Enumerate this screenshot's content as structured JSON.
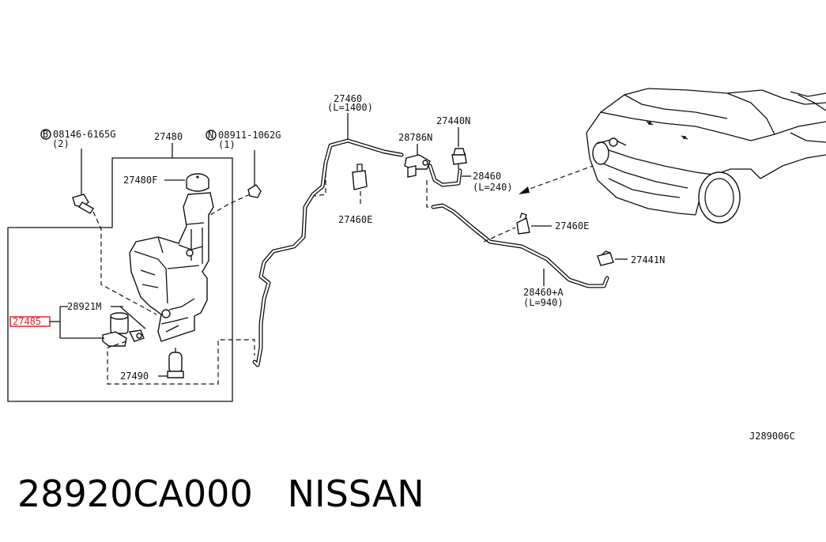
{
  "callouts": {
    "bolt_code": "08146-6165G",
    "bolt_qty": "(2)",
    "nut_code": "08911-1062G",
    "nut_qty": "(1)",
    "tank_assy": "27480",
    "cap": "27480F",
    "hose_main": "27460",
    "hose_main_len": "(L=1400)",
    "connector": "28786N",
    "nozzle": "27440N",
    "hose_short": "28460",
    "hose_short_len": "(L=240)",
    "clip_left": "27460E",
    "clip_right": "27460E",
    "nozzle_right": "27441N",
    "hose_long": "28460+A",
    "hose_long_len": "(L=940)",
    "motor": "28921M",
    "pump_assy": "27485",
    "seal": "27490"
  },
  "symbols": {
    "bolt_marker": "B",
    "nut_marker": "N"
  },
  "diagram_code": "J289006C",
  "footer": {
    "part_number": "28920CA000",
    "brand": "NISSAN"
  },
  "highlight_color": "#e0262b"
}
